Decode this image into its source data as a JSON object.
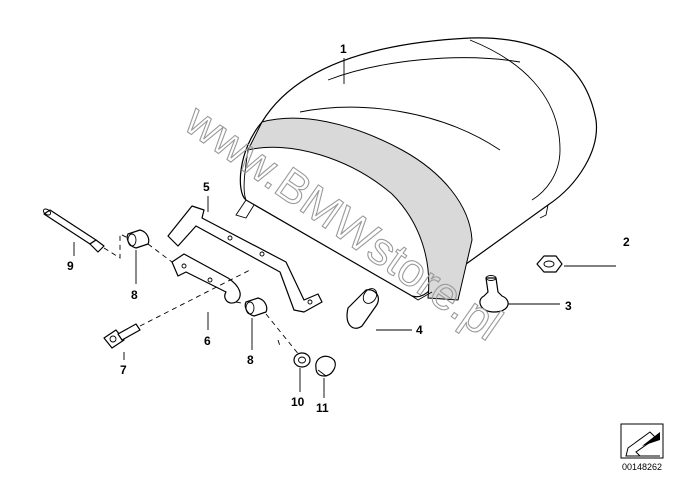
{
  "watermark": "www.BMWstore.pl",
  "callouts": {
    "c1": "1",
    "c2": "2",
    "c3": "3",
    "c4": "4",
    "c5": "5",
    "c6": "6",
    "c7": "7",
    "c8a": "8",
    "c8b": "8",
    "c9": "9",
    "c10": "10",
    "c11": "11"
  },
  "reference_number": "00148262",
  "icons": {
    "orientation": "arrow-orientation-icon"
  }
}
